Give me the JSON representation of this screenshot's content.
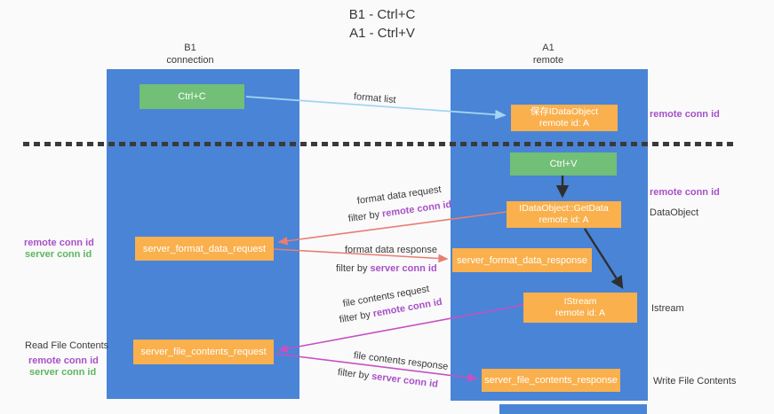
{
  "title": {
    "line1": "B1 - Ctrl+C",
    "line2": "A1 - Ctrl+V"
  },
  "lifelines": {
    "b1": {
      "name": "B1",
      "subtitle": "connection"
    },
    "a1": {
      "name": "A1",
      "subtitle": "remote"
    }
  },
  "nodes": {
    "ctrl_c": {
      "label": "Ctrl+C"
    },
    "save_idataobject": {
      "line1": "保存IDataObject",
      "line2": "remote id: A"
    },
    "ctrl_v": {
      "label": "Ctrl+V"
    },
    "getdata": {
      "line1": "IDataObject::GetData",
      "line2": "remote id: A"
    },
    "server_format_data_request": {
      "label": "server_format_data_request"
    },
    "server_format_data_response": {
      "label": "server_format_data_response"
    },
    "istream": {
      "line1": "IStream",
      "line2": "remote id: A"
    },
    "server_file_contents_request": {
      "label": "server_file_contents_request"
    },
    "server_file_contents_response": {
      "label": "server_file_contents_response"
    }
  },
  "arrows": {
    "format_list": {
      "label": "format list"
    },
    "format_data_request": {
      "label": "format data request",
      "filter_prefix": "filter by",
      "filter_key": "remote conn id"
    },
    "format_data_response": {
      "label": "format data response",
      "filter_prefix": "filter by",
      "filter_key": "server conn id"
    },
    "file_contents_request": {
      "label": "file contents request",
      "filter_prefix": "filter by",
      "filter_key": "remote conn id"
    },
    "file_contents_response": {
      "label": "file contents response",
      "filter_prefix": "filter by",
      "filter_key": "server conn id"
    }
  },
  "annotations": {
    "right_remote_conn_id_top": "remote conn id",
    "right_remote_conn_id_mid": "remote conn id",
    "right_dataobject": "DataObject",
    "right_istream": "Istream",
    "right_write_file_contents": "Write File Contents",
    "left_remote_conn_id_top": "remote conn id",
    "left_server_conn_id_top": "server conn id",
    "left_read_file_contents": "Read File Contents",
    "left_remote_conn_id_bottom": "remote conn id",
    "left_server_conn_id_bottom": "server conn id"
  },
  "colors": {
    "background": "#fafafa",
    "lifeline_blue": "#4a84d6",
    "node_green": "#72bf77",
    "node_orange": "#f9b04d",
    "arrow_lightblue": "#a3d5f2",
    "arrow_salmon": "#e87d72",
    "arrow_magenta": "#c551c3",
    "arrow_black": "#2f2f2f",
    "keyword_purple": "#a850c8",
    "keyword_green": "#5cb660"
  }
}
